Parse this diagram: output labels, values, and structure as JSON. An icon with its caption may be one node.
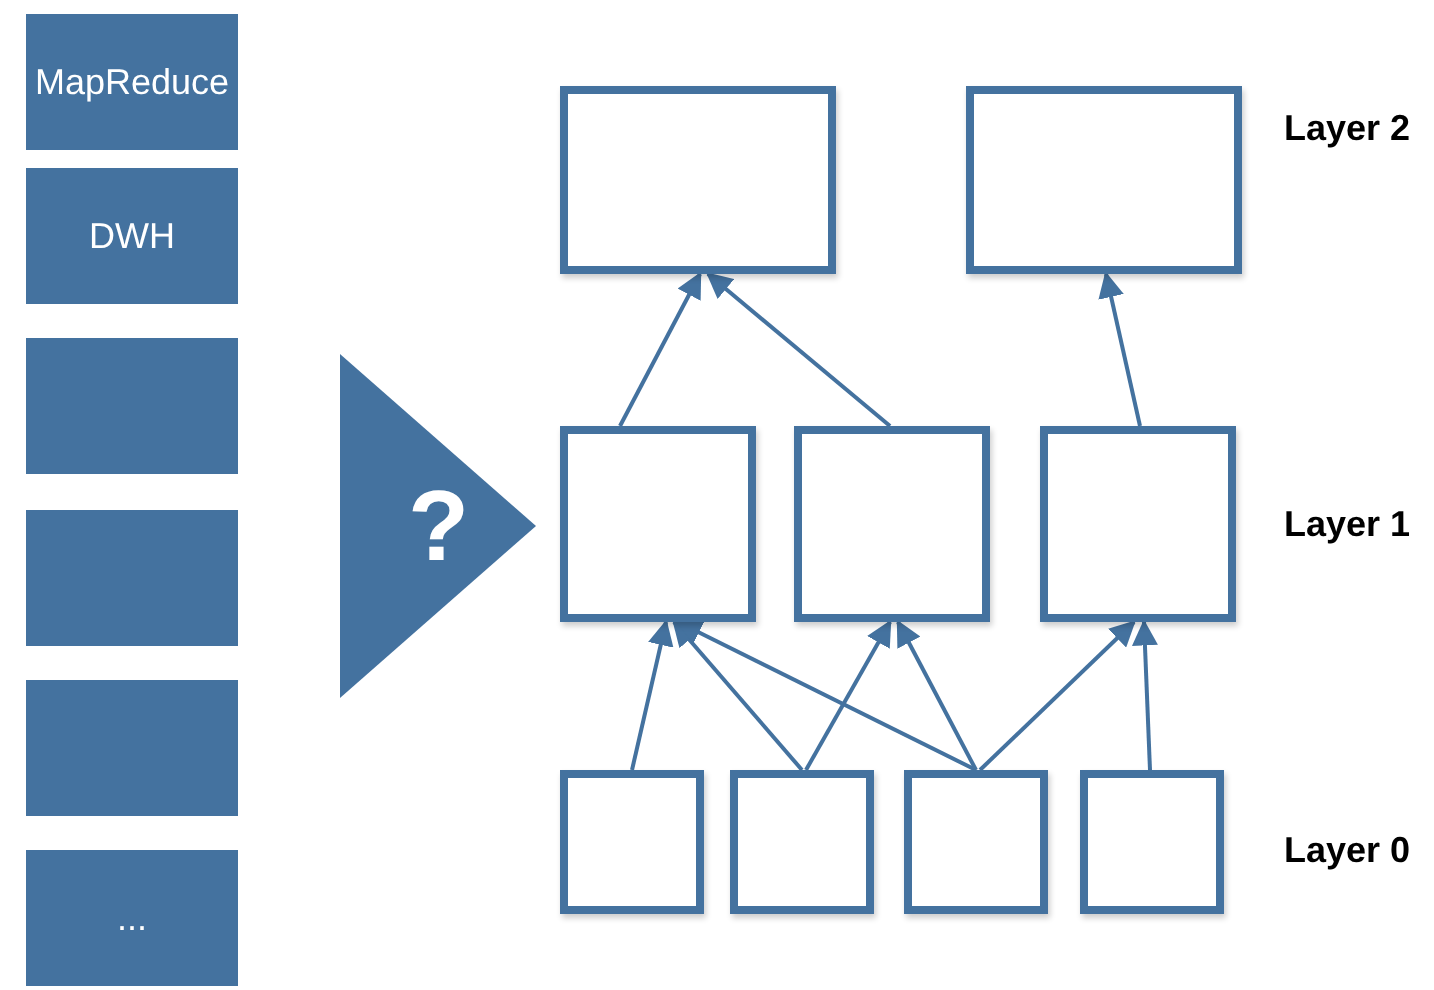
{
  "diagram": {
    "nodes": [
      {
        "text": [
          "MapReduce"
        ]
      },
      {
        "text": [
          "DWH"
        ]
      },
      {
        "text": [],
        "shape": "box"
      },
      {
        "text": [],
        "shape": "box"
      },
      {
        "text": [],
        "shape": "box"
      },
      {
        "text": [
          "..."
        ]
      },
      {
        "text": [
          "?"
        ]
      },
      {
        "text": [],
        "shape": "box"
      },
      {
        "text": [],
        "shape": "box"
      },
      {
        "text": [],
        "shape": "box"
      },
      {
        "text": [],
        "shape": "box"
      },
      {
        "text": [],
        "shape": "box"
      },
      {
        "text": [],
        "shape": "box"
      },
      {
        "text": [],
        "shape": "box"
      },
      {
        "text": [],
        "shape": "box"
      },
      {
        "text": [],
        "shape": "box"
      }
    ],
    "edges": [
      {
        "from": 9,
        "to": 7,
        "arrow": "to"
      },
      {
        "from": 10,
        "to": 7,
        "arrow": "to"
      },
      {
        "from": 11,
        "to": 8,
        "arrow": "to"
      },
      {
        "from": 12,
        "to": 9,
        "arrow": "to"
      },
      {
        "from": 13,
        "to": 9,
        "arrow": "to"
      },
      {
        "from": 13,
        "to": 10,
        "arrow": "to"
      },
      {
        "from": 14,
        "to": 9,
        "arrow": "to"
      },
      {
        "from": 14,
        "to": 10,
        "arrow": "to"
      },
      {
        "from": 14,
        "to": 11,
        "arrow": "to"
      },
      {
        "from": 15,
        "to": 11,
        "arrow": "to"
      }
    ],
    "labels": [
      "Layer 2",
      "Layer 1",
      "Layer 0"
    ]
  }
}
